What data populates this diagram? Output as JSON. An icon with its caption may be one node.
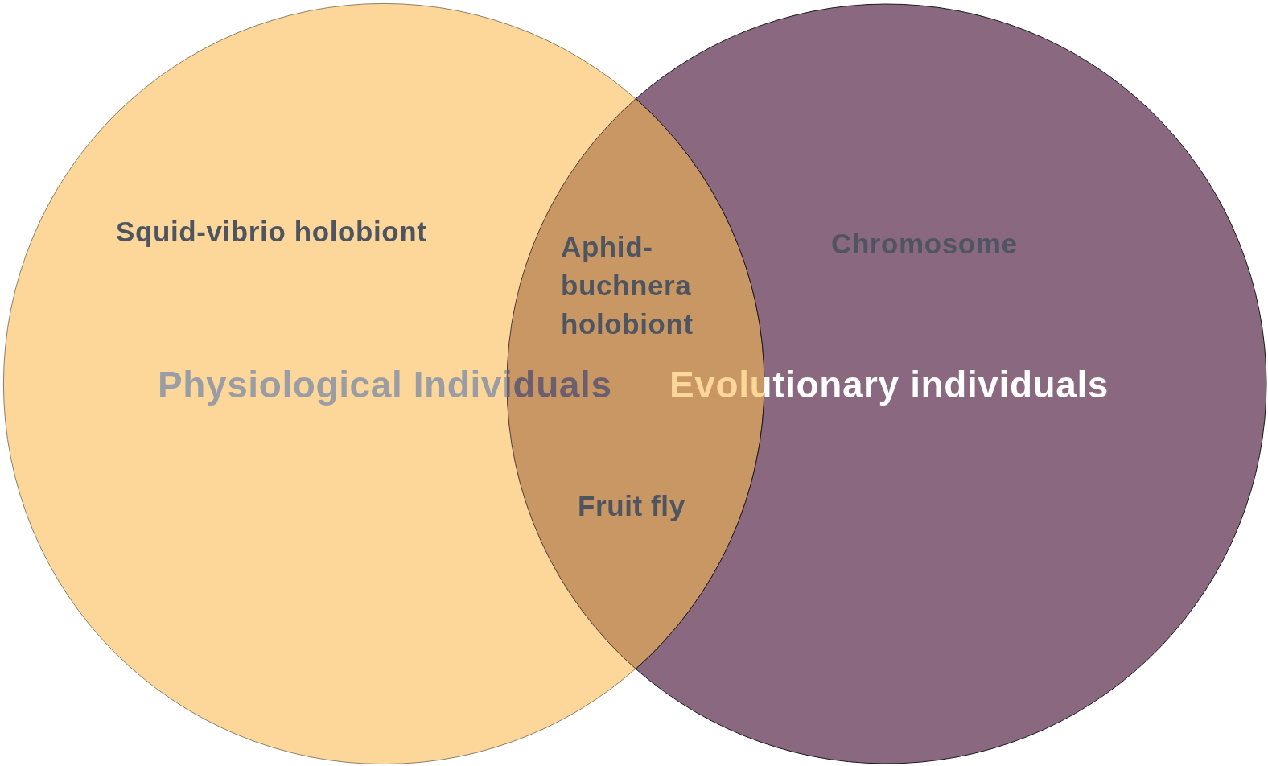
{
  "diagram": {
    "nodes": [
      {
        "text": [
          "Physiological Individuals"
        ]
      },
      {
        "text": [
          "Evolutionary individuals"
        ]
      }
    ],
    "labels": [
      "Squid-vibrio holobiont",
      "Aphid-buchnera holobiont",
      "Chromosome",
      "Fruit fly"
    ]
  }
}
